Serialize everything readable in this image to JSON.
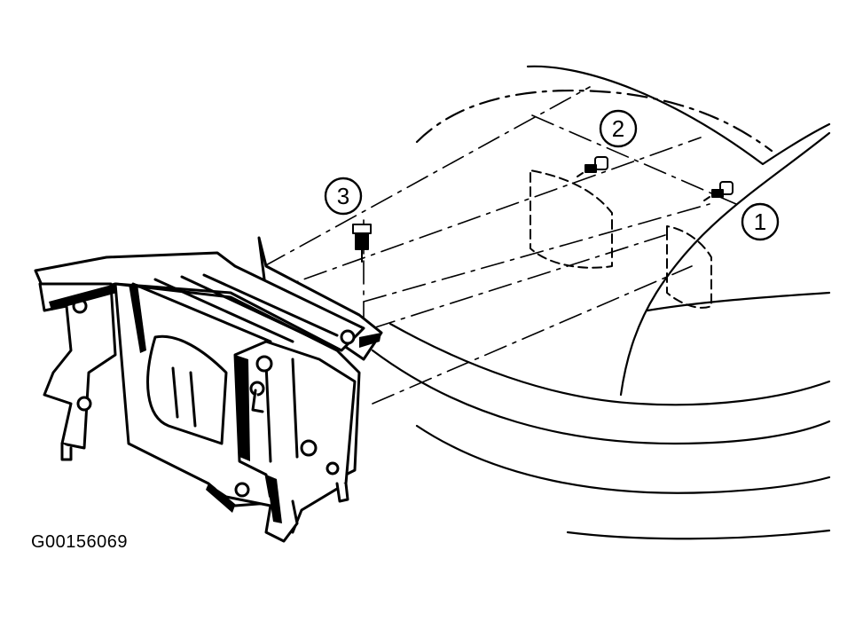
{
  "figure": {
    "id_label": "G00156069",
    "callouts": [
      {
        "number": "1"
      },
      {
        "number": "2"
      },
      {
        "number": "3"
      }
    ]
  },
  "colors": {
    "ink": "#000000",
    "paper": "#ffffff"
  }
}
